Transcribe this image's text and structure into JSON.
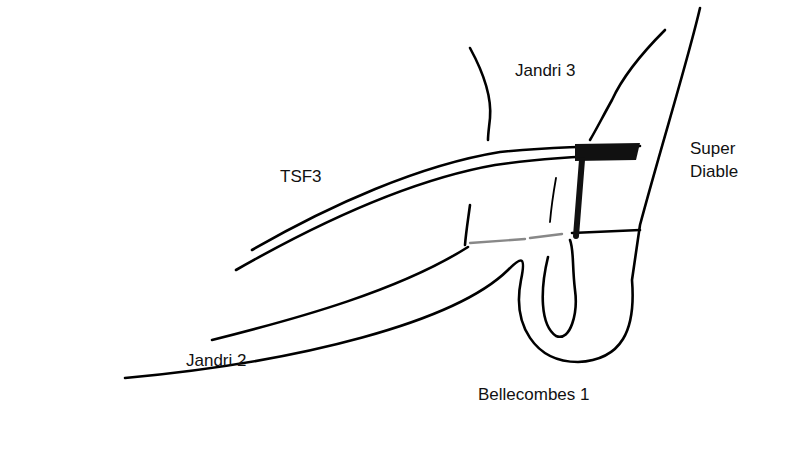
{
  "diagram": {
    "labels": [
      "Jandri 3",
      "TSF3",
      "Super Diable",
      "Jandri 2",
      "Bellecombes 1"
    ]
  }
}
